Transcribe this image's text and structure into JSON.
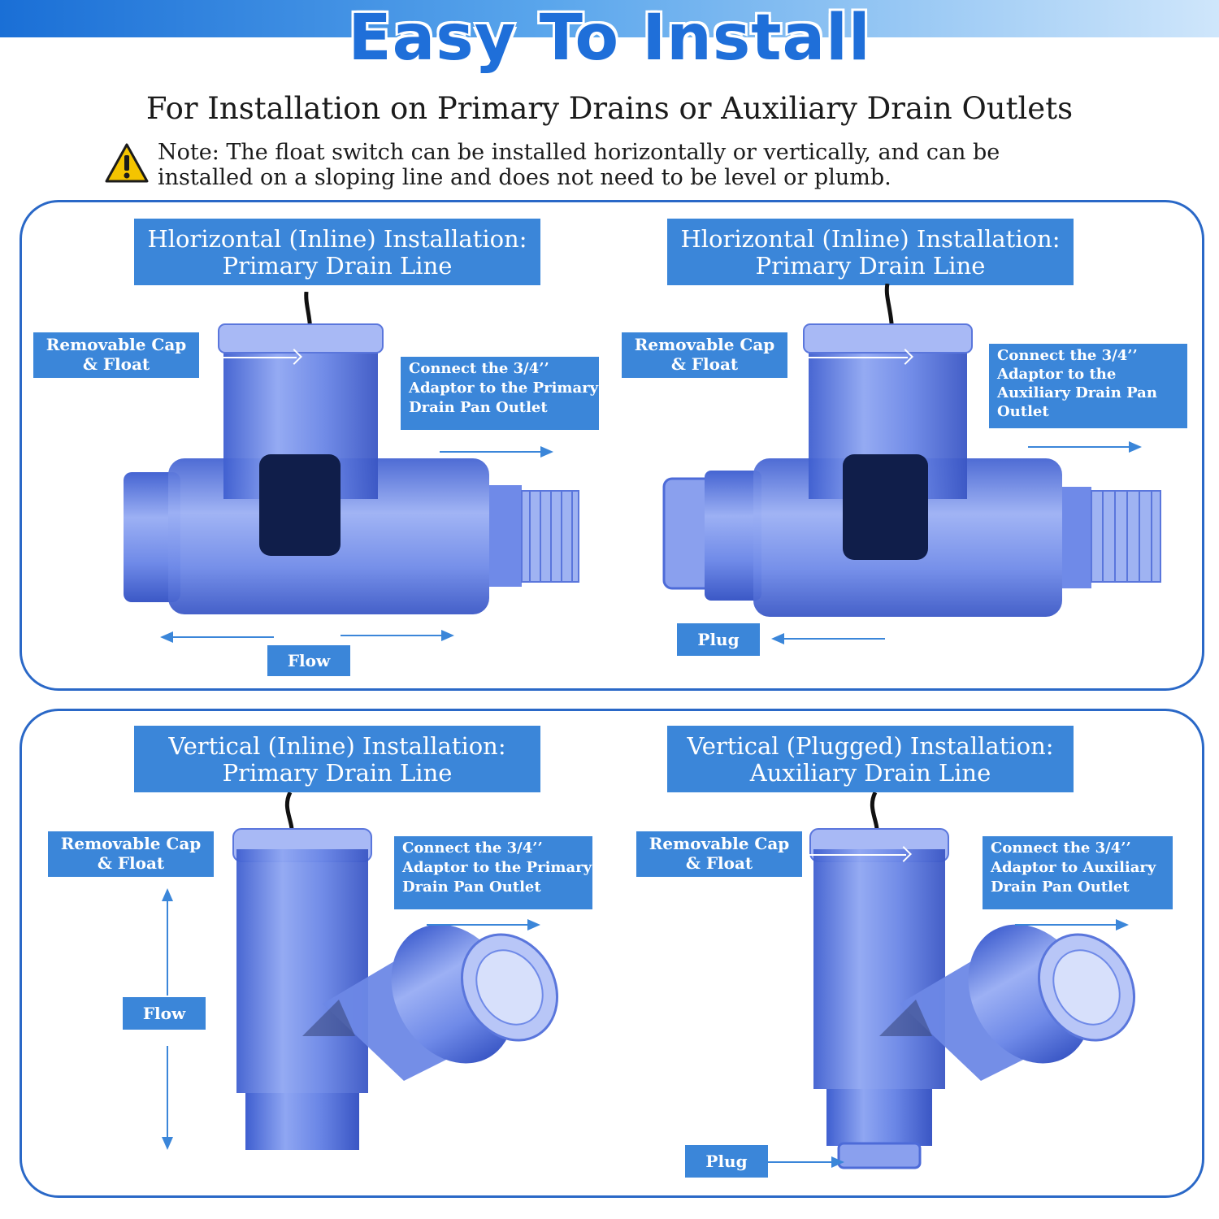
{
  "header": {
    "headline": "Easy To Install",
    "subtitle": "For Installation on Primary Drains or Auxiliary Drain Outlets",
    "note_line1": "Note: The float switch can be installed horizontally or vertically, and can be",
    "note_line2": "installed on a sloping line and does not need to be level or plumb.",
    "warning_icon": "warning-triangle-icon"
  },
  "panels": {
    "horizontal_inline": {
      "title_line1": "Hlorizontal (Inline) Installation:",
      "title_line2": "Primary Drain Line",
      "cap_line1": "Removable Cap",
      "cap_line2": "& Float",
      "connect_line1": "Connect the 3/4’’",
      "connect_line2": "Adaptor to the Primary",
      "connect_line3": "Drain Pan Outlet",
      "flow": "Flow"
    },
    "horizontal_plugged": {
      "title_line1": "Hlorizontal (Inline) Installation:",
      "title_line2": "Primary Drain Line",
      "cap_line1": "Removable Cap",
      "cap_line2": "& Float",
      "connect_line1": "Connect the 3/4’’",
      "connect_line2": "Adaptor to the",
      "connect_line3": "Auxiliary Drain Pan",
      "connect_line4": "Outlet",
      "plug": "Plug"
    },
    "vertical_inline": {
      "title_line1": "Vertical (Inline) Installation:",
      "title_line2": "Primary Drain Line",
      "cap_line1": "Removable Cap",
      "cap_line2": "& Float",
      "connect_line1": "Connect the 3/4’’",
      "connect_line2": "Adaptor to the Primary",
      "connect_line3": "Drain Pan Outlet",
      "flow": "Flow"
    },
    "vertical_plugged": {
      "title_line1": "Vertical (Plugged) Installation:",
      "title_line2": "Auxiliary Drain Line",
      "cap_line1": "Removable Cap",
      "cap_line2": "& Float",
      "connect_line1": "Connect the 3/4’’",
      "connect_line2": "Adaptor to Auxiliary",
      "connect_line3": "Drain Pan Outlet",
      "plug": "Plug"
    }
  },
  "colors": {
    "accent": "#3b86d9",
    "headline": "#1f6fd9",
    "border": "#2a68c7",
    "pipe": "#5b7fe0"
  }
}
